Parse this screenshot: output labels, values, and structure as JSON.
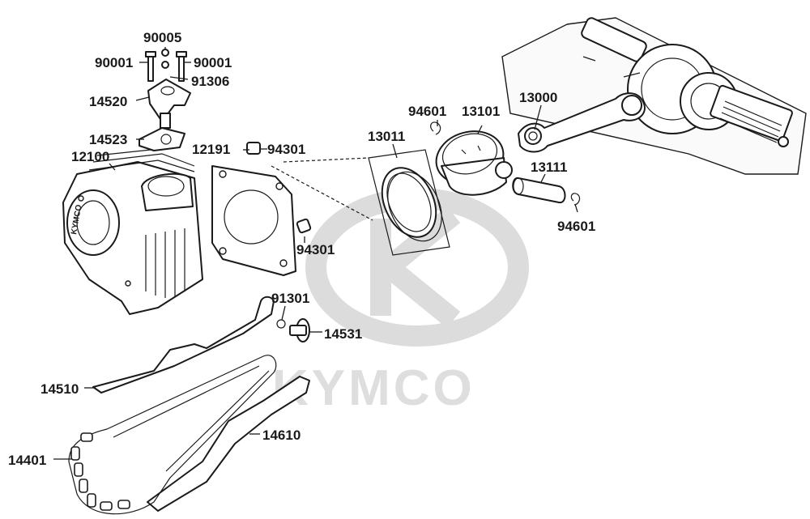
{
  "watermark": "KYMCO",
  "cylinder_mark": "KYMCO",
  "labels": [
    {
      "id": "90005",
      "text": "90005"
    },
    {
      "id": "90001a",
      "text": "90001"
    },
    {
      "id": "90001b",
      "text": "90001"
    },
    {
      "id": "91306",
      "text": "91306"
    },
    {
      "id": "14520",
      "text": "14520"
    },
    {
      "id": "14523",
      "text": "14523"
    },
    {
      "id": "12100",
      "text": "12100"
    },
    {
      "id": "12191",
      "text": "12191"
    },
    {
      "id": "94301a",
      "text": "94301"
    },
    {
      "id": "94301b",
      "text": "94301"
    },
    {
      "id": "13011",
      "text": "13011"
    },
    {
      "id": "94601a",
      "text": "94601"
    },
    {
      "id": "13101",
      "text": "13101"
    },
    {
      "id": "13000",
      "text": "13000"
    },
    {
      "id": "13111",
      "text": "13111"
    },
    {
      "id": "94601b",
      "text": "94601"
    },
    {
      "id": "91301",
      "text": "91301"
    },
    {
      "id": "14531",
      "text": "14531"
    },
    {
      "id": "14510",
      "text": "14510"
    },
    {
      "id": "14610",
      "text": "14610"
    },
    {
      "id": "14401",
      "text": "14401"
    }
  ]
}
